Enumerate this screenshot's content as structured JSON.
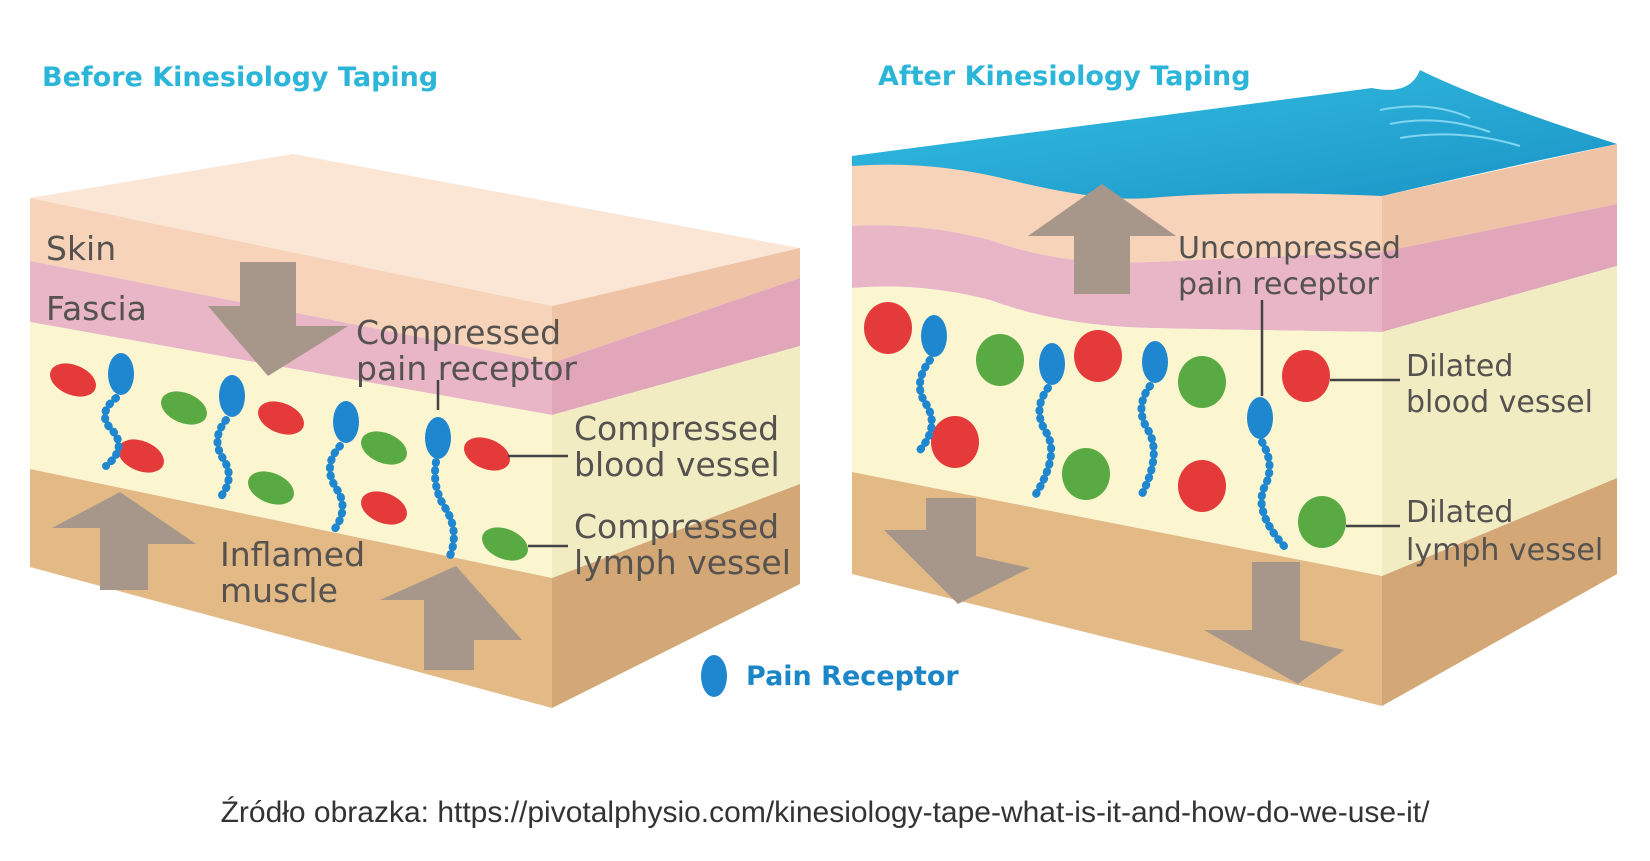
{
  "before": {
    "title": "Before Kinesiology Taping",
    "labels": {
      "skin": "Skin",
      "fascia": "Fascia",
      "compressed_pain_1": "Compressed",
      "compressed_pain_2": "pain receptor",
      "compressed_blood_1": "Compressed",
      "compressed_blood_2": "blood vessel",
      "compressed_lymph_1": "Compressed",
      "compressed_lymph_2": "lymph vessel",
      "inflamed_1": "Inflamed",
      "inflamed_2": "muscle"
    }
  },
  "after": {
    "title": "After Kinesiology Taping",
    "labels": {
      "uncompressed_1": "Uncompressed",
      "uncompressed_2": "pain receptor",
      "dilated_blood_1": "Dilated",
      "dilated_blood_2": "blood vessel",
      "dilated_lymph_1": "Dilated",
      "dilated_lymph_2": "lymph vessel"
    }
  },
  "legend": {
    "label": "Pain Receptor",
    "icon": "pain-receptor-icon"
  },
  "caption": "Źródło obrazka: https://pivotalphysio.com/kinesiology-tape-what-is-it-and-how-do-we-use-it/",
  "colors": {
    "skin": "#f6d3b9",
    "fascia": "#e8b6c6",
    "tissue": "#fbf5d0",
    "muscle": "#e3b985",
    "arrow": "#a7978b",
    "blood": "#e53a3a",
    "lymph": "#5aaa44",
    "receptor": "#1f86d0",
    "tape": "#2eaed8",
    "title": "#2bb5d8"
  }
}
